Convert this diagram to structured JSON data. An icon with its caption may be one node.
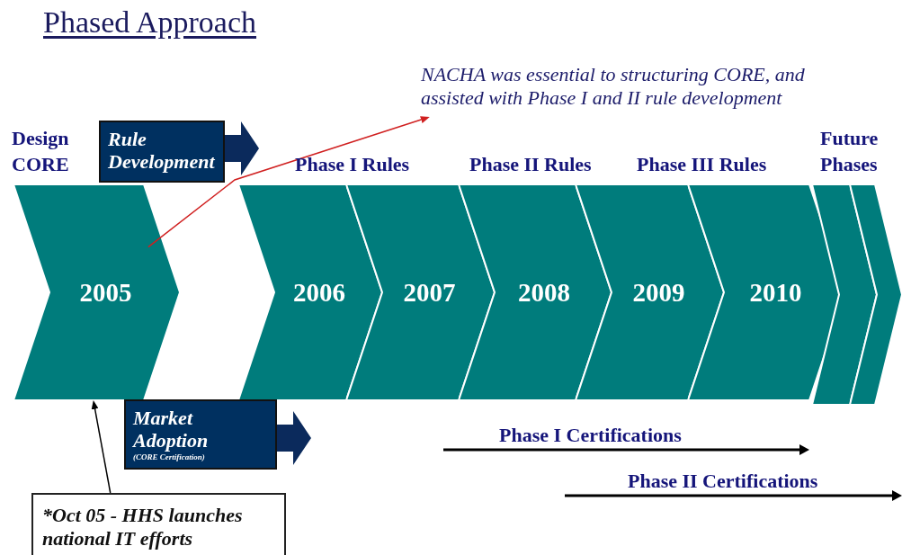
{
  "diagram": {
    "title": "Phased Approach",
    "nodes": [
      {
        "text": [
          "NACHA was essential to structuring CORE, and assisted with Phase I and II rule development"
        ]
      },
      {
        "text": [
          "Rule Development"
        ]
      },
      {
        "text": [
          "2005"
        ]
      },
      {
        "text": [
          "2006"
        ]
      },
      {
        "text": [
          "2007"
        ]
      },
      {
        "text": [
          "2008"
        ]
      },
      {
        "text": [
          "2009"
        ]
      },
      {
        "text": [
          "2010"
        ]
      },
      {
        "text": [],
        "shape": "chevron"
      },
      {
        "text": [],
        "shape": "chevron"
      },
      {
        "text": [
          "Market Adoption",
          "(CORE Certification)"
        ]
      },
      {
        "text": [
          "*Oct 05 - HHS launches national IT efforts"
        ]
      }
    ],
    "edges": [
      {
        "from": 2,
        "to": 0,
        "arrow": "to",
        "color": "#d02020"
      },
      {
        "from": 11,
        "to": 2,
        "arrow": "to",
        "color": "#000000"
      },
      {
        "from": 1,
        "to": null,
        "arrow": "to",
        "style": "thick",
        "color": "#0b2a5c"
      },
      {
        "from": 10,
        "to": null,
        "arrow": "to",
        "style": "thick",
        "color": "#0b2a5c"
      }
    ],
    "labels": [
      "Design CORE",
      "Phase I Rules",
      "Phase II Rules",
      "Phase III Rules",
      "Future Phases",
      "Phase I Certifications",
      "Phase II Certifications"
    ]
  }
}
